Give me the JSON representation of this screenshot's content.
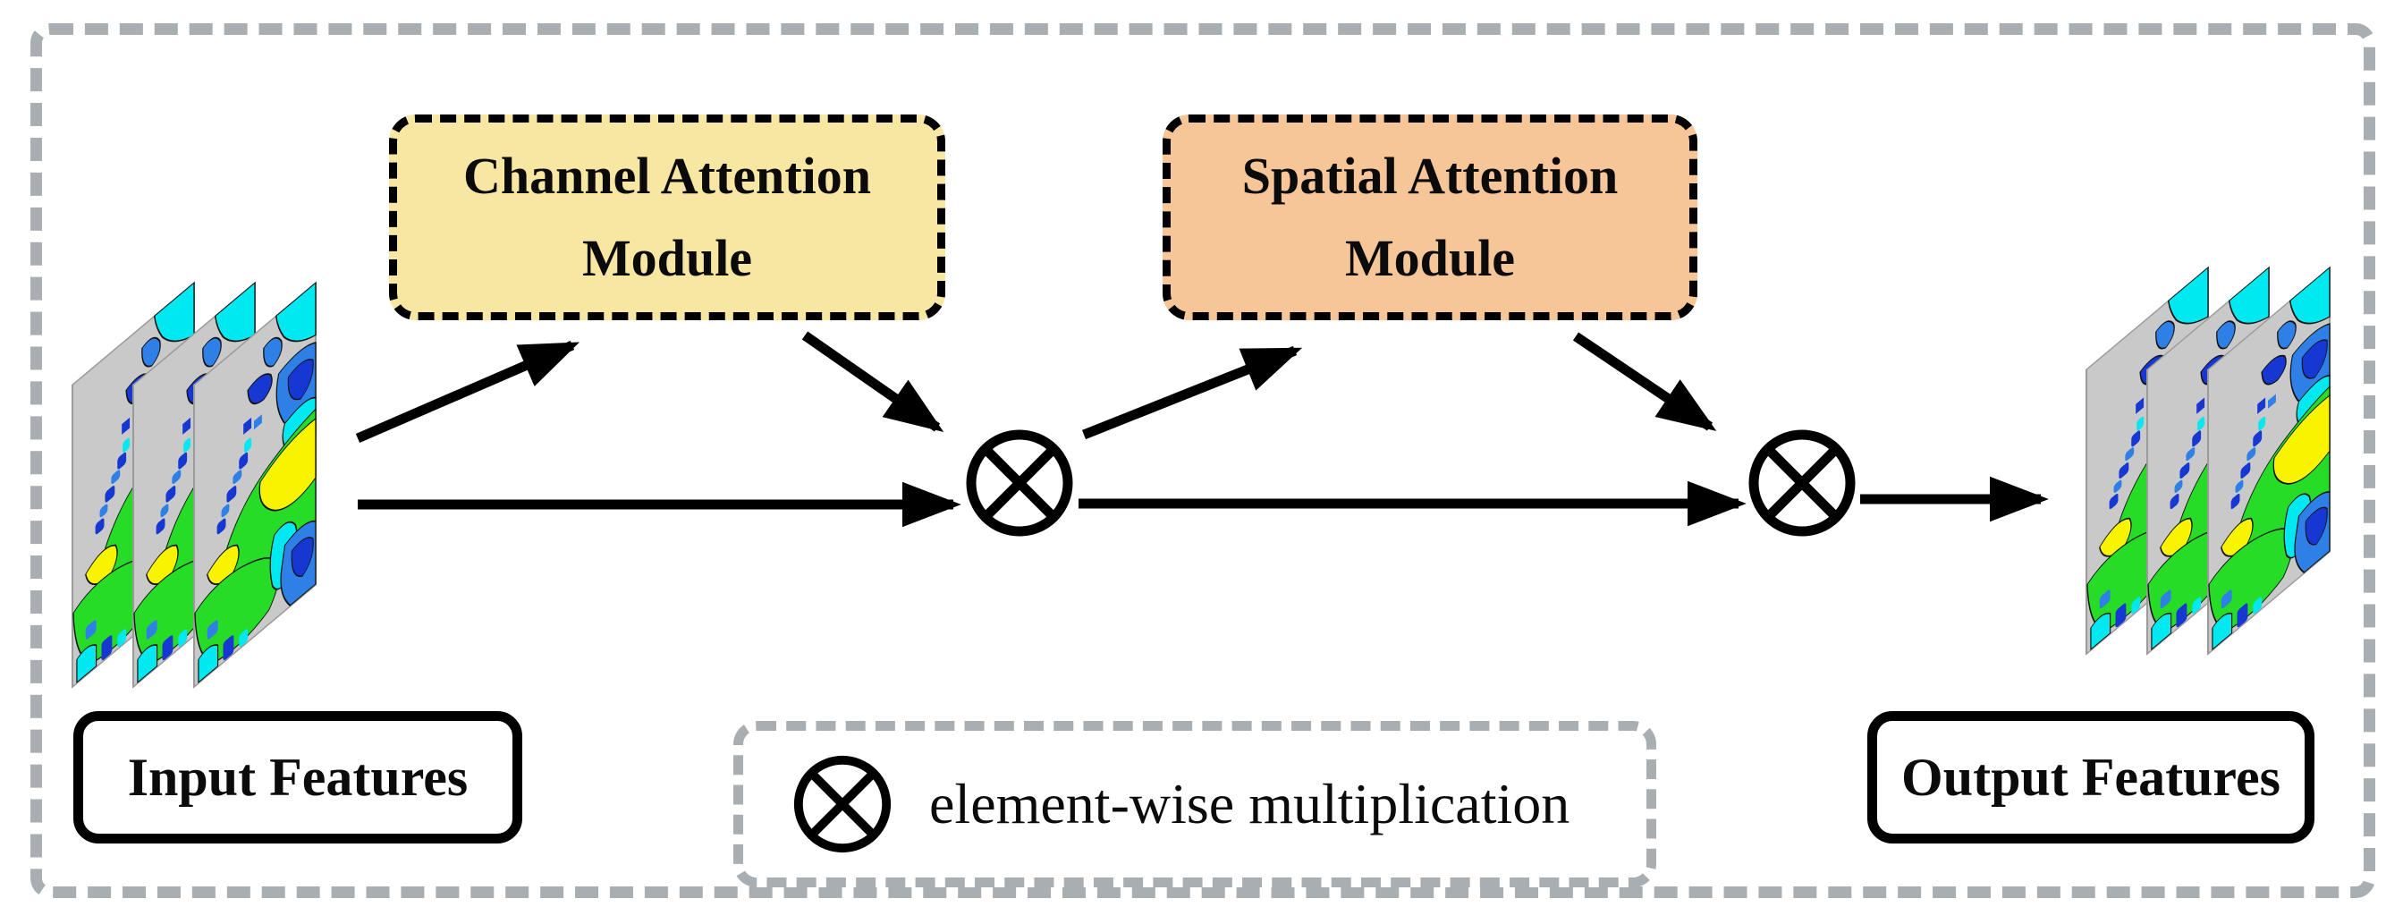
{
  "figure": {
    "modules": {
      "channel": {
        "line1": "Channel Attention",
        "line2": "Module"
      },
      "spatial": {
        "line1": "Spatial Attention",
        "line2": "Module"
      }
    },
    "io": {
      "input_label": "Input Features",
      "output_label": "Output Features"
    },
    "legend": {
      "symbol": "⊗",
      "description": "element-wise multiplication"
    },
    "colors": {
      "channel_module_fill": "#f8e7a2",
      "spatial_module_fill": "#f6c699",
      "outer_frame_border": "#a9aeb2",
      "legend_border": "#a9aeb2",
      "arrow": "#000000",
      "feature_map": {
        "background": "#c9c9c9",
        "dark_blue": "#1637d1",
        "blue": "#2e7fe6",
        "cyan": "#00e8f0",
        "green": "#27dc27",
        "yellow": "#f8f400"
      }
    }
  }
}
